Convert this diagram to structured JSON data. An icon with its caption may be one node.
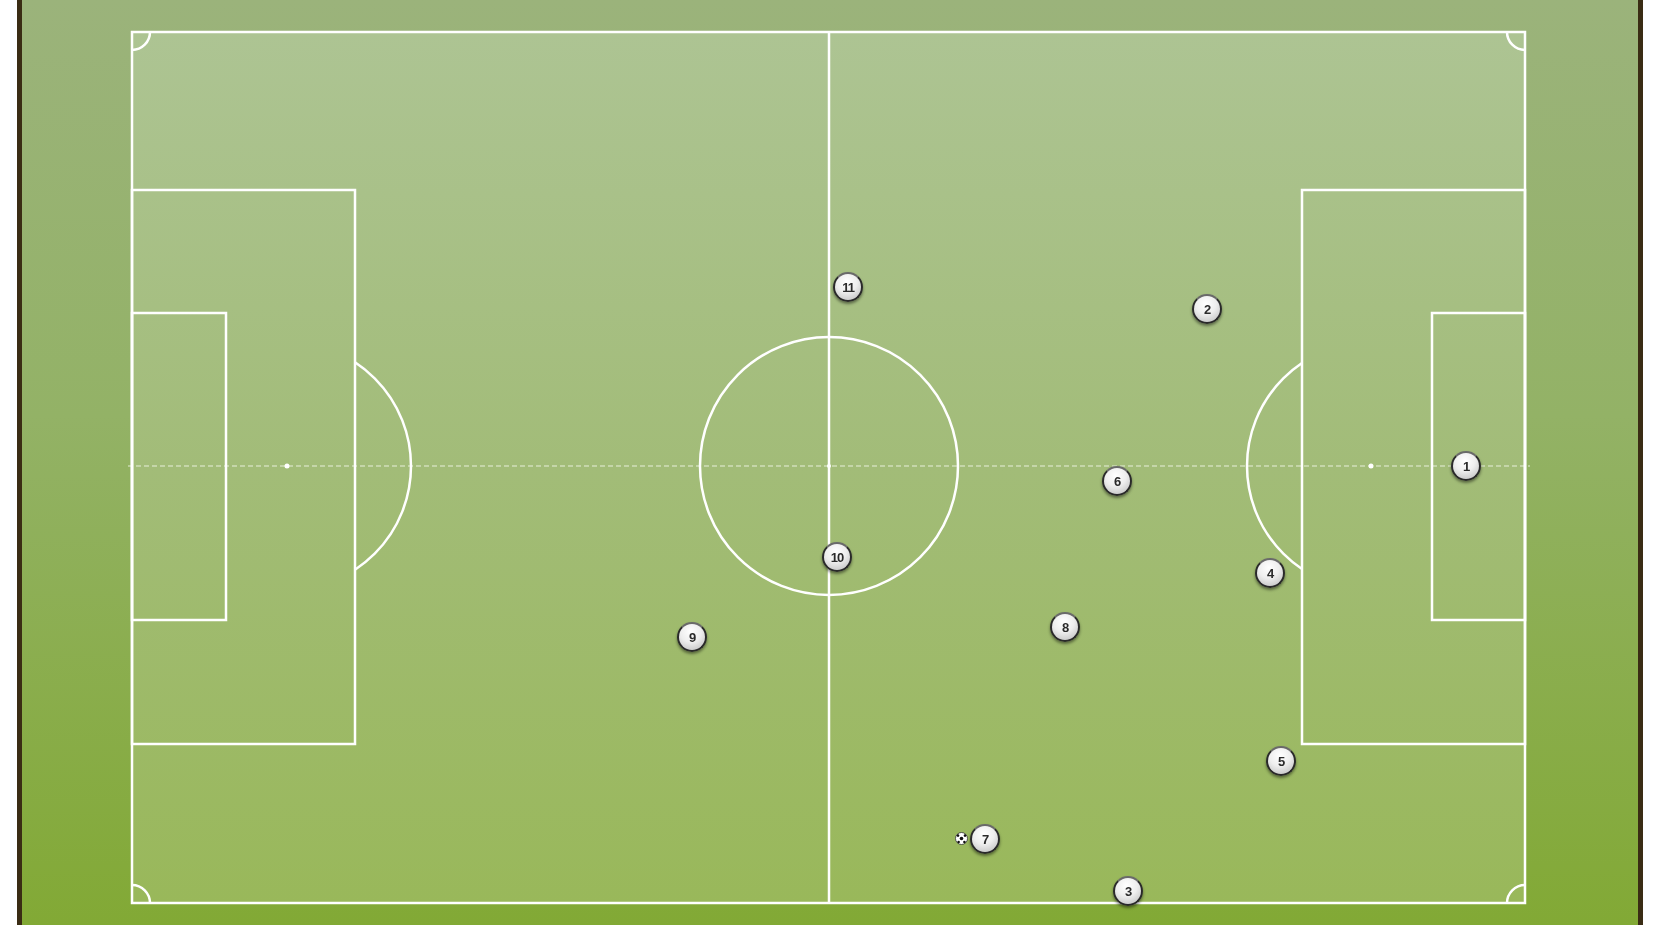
{
  "diagram": {
    "nodes": [
      {
        "text": [
          "11"
        ]
      },
      {
        "text": [
          "2"
        ]
      },
      {
        "text": [
          "1"
        ]
      },
      {
        "text": [
          "6"
        ]
      },
      {
        "text": [
          "10"
        ]
      },
      {
        "text": [
          "4"
        ]
      },
      {
        "text": [
          "9"
        ]
      },
      {
        "text": [
          "8"
        ]
      },
      {
        "text": [
          "5"
        ]
      },
      {
        "text": [
          "7"
        ]
      },
      {
        "text": [
          "3"
        ]
      }
    ]
  }
}
